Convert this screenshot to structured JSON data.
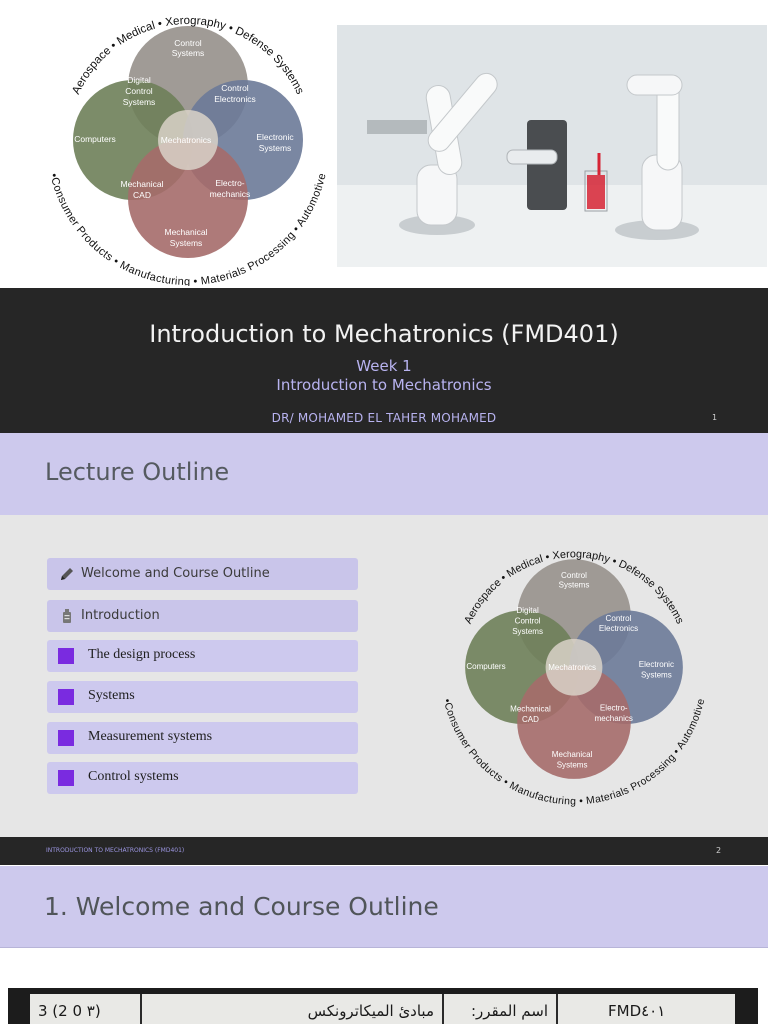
{
  "slide1": {
    "venn": {
      "center": "Mechatronics",
      "ring_top": "Aerospace • Medical • Xerography • Defense Systems",
      "ring_bottom": "•Consumer Products • Manufacturing • Materials Processing • Automotive",
      "circles": {
        "control_systems": [
          "Control",
          "Systems"
        ],
        "electronic_systems": [
          "Electronic",
          "Systems"
        ],
        "mechanical_systems": [
          "Mechanical",
          "Systems"
        ],
        "computers": "Computers"
      },
      "overlaps": {
        "digital_control_systems": [
          "Digital",
          "Control",
          "Systems"
        ],
        "control_electronics": [
          "Control",
          "Electronics"
        ],
        "mechanical_cad": [
          "Mechanical",
          "CAD"
        ],
        "electro_mechanics": [
          "Electro-",
          "mechanics"
        ]
      }
    },
    "title": "Introduction to Mechatronics (FMD401)",
    "week": "Week 1",
    "subtitle": "Introduction to Mechatronics",
    "author": "DR/ MOHAMED EL TAHER MOHAMED",
    "page_number": "1"
  },
  "slide2": {
    "title": "Lecture Outline",
    "outline": [
      {
        "label": "Welcome and Course Outline",
        "icon": "pencil-icon"
      },
      {
        "label": "Introduction",
        "icon": "battery-icon"
      },
      {
        "label": "The design process",
        "icon": "purple-square"
      },
      {
        "label": "Systems",
        "icon": "purple-square"
      },
      {
        "label": "Measurement systems",
        "icon": "purple-square"
      },
      {
        "label": "Control systems",
        "icon": "purple-square"
      }
    ],
    "footer": "INTRODUCTION TO MECHATRONICS (FMD401)",
    "page_number": "2"
  },
  "slide3": {
    "title": "1. Welcome and Course Outline",
    "doc_row": {
      "code": "FMD٤٠١",
      "label": "اسم المقرر:",
      "name": "مبادئ الميكاترونكس",
      "hours": "3 (2 0 ٣)"
    }
  },
  "colors": {
    "venn_control": "#9b9690",
    "venn_computers": "#6e8059",
    "venn_electronic": "#6c7a98",
    "venn_mechanical": "#a56c6a",
    "accent_purple": "#7a2be0",
    "header_lavender": "#cdc9ed",
    "dark_band": "#262626"
  }
}
